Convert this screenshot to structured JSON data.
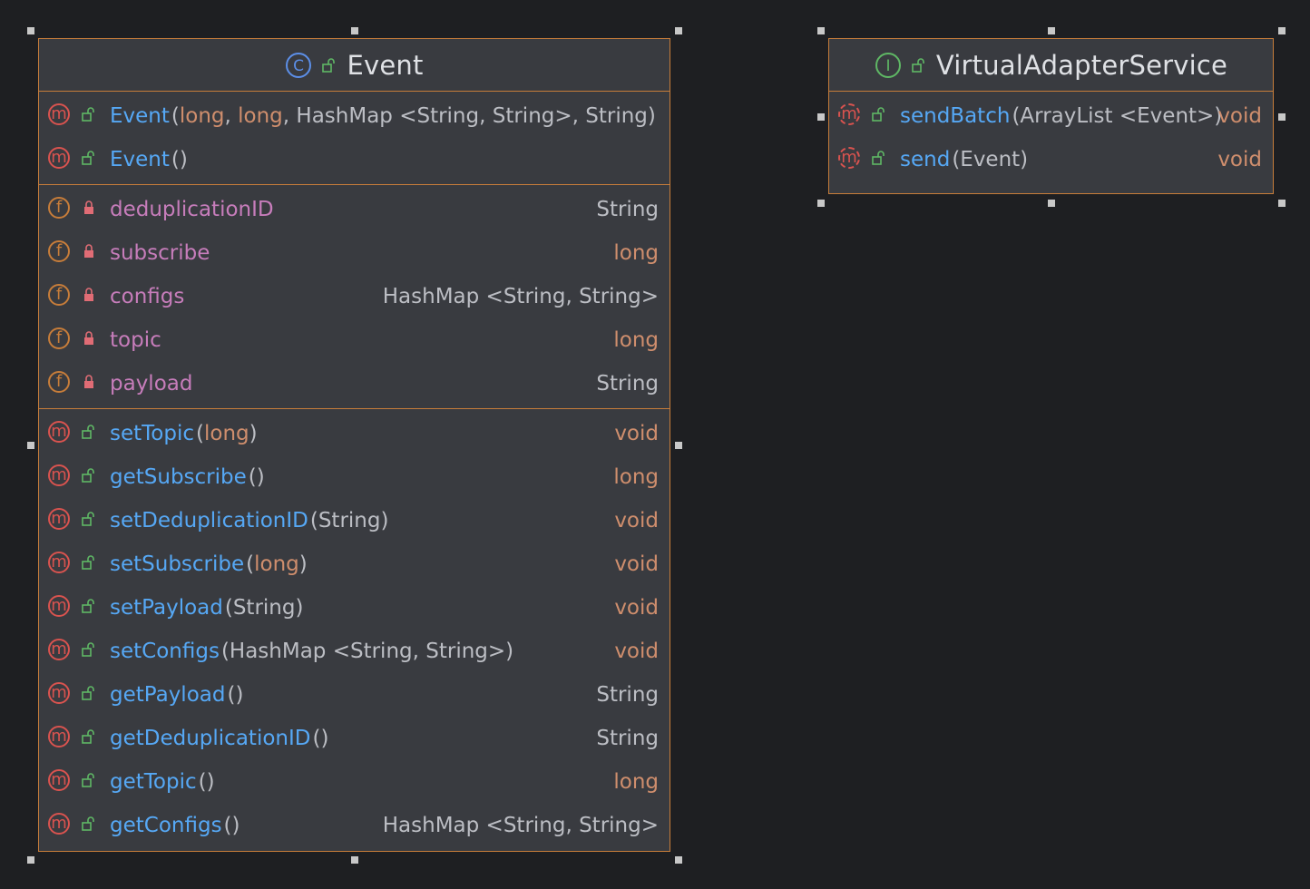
{
  "colors": {
    "background": "#1e1f22",
    "card": "#393b40",
    "border": "#c77d3a",
    "method_name": "#56a8f5",
    "field_name": "#c77dbb",
    "keyword": "#cf8e6d",
    "text": "#bcbec4",
    "method_icon": "#d9534f",
    "field_icon": "#c77d3a",
    "public_lock": "#5fb865",
    "private_lock": "#e06c75"
  },
  "event_class": {
    "icon": "class-c-icon",
    "title": "Event",
    "constructors": [
      {
        "name": "Event",
        "params": [
          {
            "t": "(",
            "kw": false
          },
          {
            "t": "long",
            "kw": true
          },
          {
            "t": ", ",
            "kw": false
          },
          {
            "t": "long",
            "kw": true
          },
          {
            "t": ", HashMap <String, String>, String)",
            "kw": false
          }
        ]
      },
      {
        "name": "Event",
        "params": [
          {
            "t": "()",
            "kw": false
          }
        ]
      }
    ],
    "fields": [
      {
        "name": "deduplicationID",
        "type": "String",
        "type_kw": false
      },
      {
        "name": "subscribe",
        "type": "long",
        "type_kw": true
      },
      {
        "name": "configs",
        "type": "HashMap <String, String>",
        "type_kw": false
      },
      {
        "name": "topic",
        "type": "long",
        "type_kw": true
      },
      {
        "name": "payload",
        "type": "String",
        "type_kw": false
      }
    ],
    "methods": [
      {
        "name": "setTopic",
        "params": [
          {
            "t": "(",
            "kw": false
          },
          {
            "t": "long",
            "kw": true
          },
          {
            "t": ")",
            "kw": false
          }
        ],
        "ret": "void",
        "ret_kw": true
      },
      {
        "name": "getSubscribe",
        "params": [
          {
            "t": "()",
            "kw": false
          }
        ],
        "ret": "long",
        "ret_kw": true
      },
      {
        "name": "setDeduplicationID",
        "params": [
          {
            "t": "(String)",
            "kw": false
          }
        ],
        "ret": "void",
        "ret_kw": true
      },
      {
        "name": "setSubscribe",
        "params": [
          {
            "t": "(",
            "kw": false
          },
          {
            "t": "long",
            "kw": true
          },
          {
            "t": ")",
            "kw": false
          }
        ],
        "ret": "void",
        "ret_kw": true
      },
      {
        "name": "setPayload",
        "params": [
          {
            "t": "(String)",
            "kw": false
          }
        ],
        "ret": "void",
        "ret_kw": true
      },
      {
        "name": "setConfigs",
        "params": [
          {
            "t": "(HashMap <String, String>)",
            "kw": false
          }
        ],
        "ret": "void",
        "ret_kw": true
      },
      {
        "name": "getPayload",
        "params": [
          {
            "t": "()",
            "kw": false
          }
        ],
        "ret": "String",
        "ret_kw": false
      },
      {
        "name": "getDeduplicationID",
        "params": [
          {
            "t": "()",
            "kw": false
          }
        ],
        "ret": "String",
        "ret_kw": false
      },
      {
        "name": "getTopic",
        "params": [
          {
            "t": "()",
            "kw": false
          }
        ],
        "ret": "long",
        "ret_kw": true
      },
      {
        "name": "getConfigs",
        "params": [
          {
            "t": "()",
            "kw": false
          }
        ],
        "ret": "HashMap <String, String>",
        "ret_kw": false
      }
    ]
  },
  "service_interface": {
    "icon": "interface-i-icon",
    "title": "VirtualAdapterService",
    "methods": [
      {
        "name": "sendBatch",
        "params": [
          {
            "t": "(ArrayList <Event>)",
            "kw": false
          }
        ],
        "ret": "void",
        "ret_kw": true
      },
      {
        "name": "send",
        "params": [
          {
            "t": "(Event)",
            "kw": false
          }
        ],
        "ret": "void",
        "ret_kw": true
      }
    ]
  }
}
